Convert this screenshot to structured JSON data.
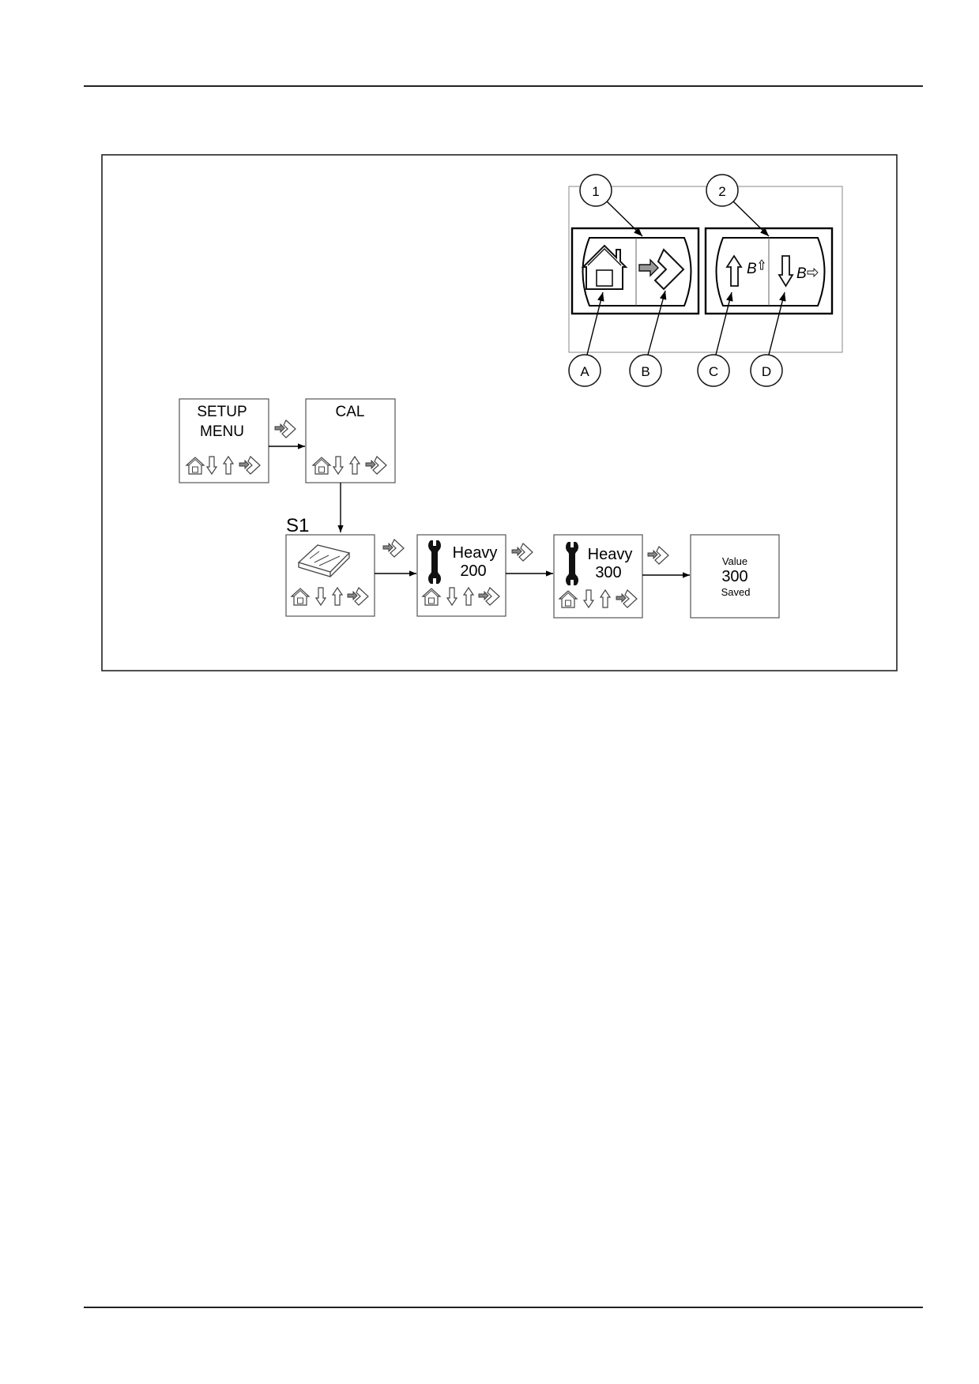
{
  "callouts": {
    "keypad_1": "1",
    "keypad_2": "2",
    "a": "A",
    "b": "B",
    "c": "C",
    "d": "D"
  },
  "key_glyphs": {
    "c_suffix": "B",
    "d_suffix": "B"
  },
  "flow": {
    "setup_menu": {
      "line1": "SETUP",
      "line2": "MENU"
    },
    "cal": {
      "title": "CAL"
    },
    "step_label": "S1",
    "heavy_200": {
      "label": "Heavy",
      "value": "200"
    },
    "heavy_300": {
      "label": "Heavy",
      "value": "300"
    },
    "saved": {
      "line1": "Value",
      "value": "300",
      "line3": "Saved"
    }
  },
  "icons": {
    "home": "home-icon",
    "enter": "enter-icon",
    "up": "arrow-up-icon",
    "down": "arrow-down-icon",
    "wrench": "wrench-icon",
    "calibration_book": "calibration-book-icon"
  }
}
